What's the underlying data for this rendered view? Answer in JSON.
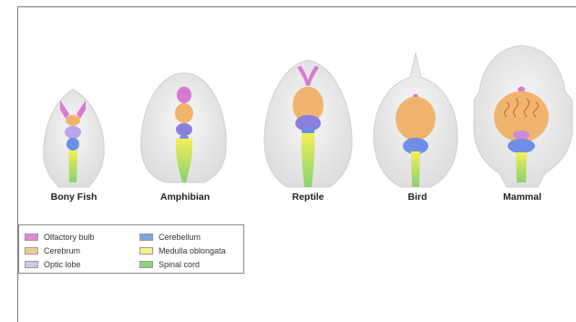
{
  "animals": [
    {
      "name": "Bony Fish"
    },
    {
      "name": "Amphibian"
    },
    {
      "name": "Reptile"
    },
    {
      "name": "Bird"
    },
    {
      "name": "Mammal"
    }
  ],
  "legend": [
    {
      "label": "Olfactory bulb",
      "color": "#d98fd4"
    },
    {
      "label": "Cerebrum",
      "color": "#f2c99a"
    },
    {
      "label": "Optic lobe",
      "color": "#c7c9ec"
    },
    {
      "label": "Cerebellum",
      "color": "#7aa6de"
    },
    {
      "label": "Medulla oblongata",
      "color": "#f4f08a"
    },
    {
      "label": "Spinal cord",
      "color": "#8ed17e"
    }
  ],
  "colors": {
    "head": "#ececec",
    "head_outline": "#c9c9c9",
    "olfactory": "#d87ad4",
    "cerebrum": "#f0b46e",
    "optic": "#9c8fe0",
    "cerebellum": "#6f8fe6",
    "medulla": "#f4ee5a",
    "spinal": "#86d36e"
  }
}
